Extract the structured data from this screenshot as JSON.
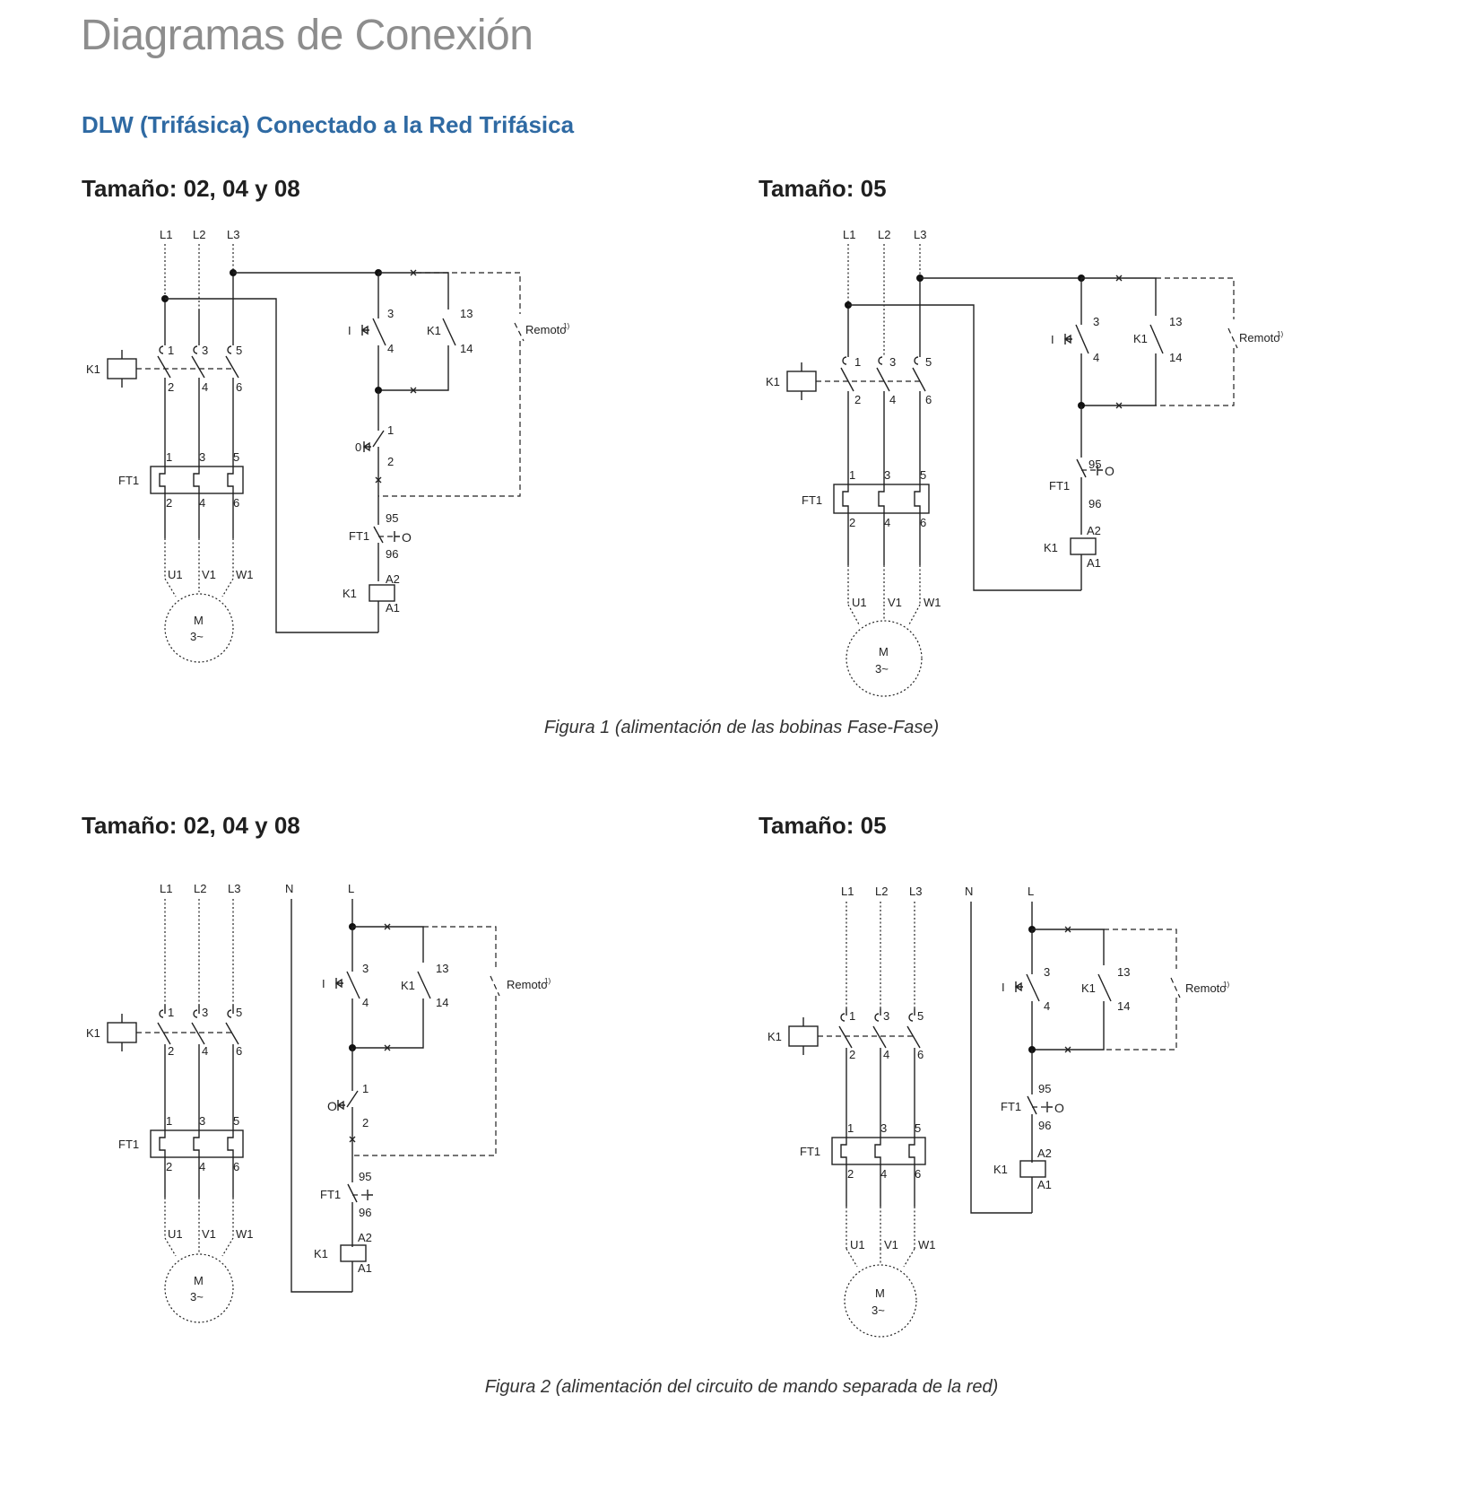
{
  "page_title": "Diagramas de Conexión",
  "section_title": "DLW (Trifásica) Conectado a la Red Trifásica",
  "fig1": {
    "left_title": "Tamaño: 02, 04 y 08",
    "right_title": "Tamaño: 05",
    "caption": "Figura 1 (alimentación de las bobinas Fase-Fase)"
  },
  "fig2": {
    "left_title": "Tamaño: 02, 04 y 08",
    "right_title": "Tamaño: 05",
    "caption": "Figura 2 (alimentación del circuito de mando separada de la red)"
  },
  "labels": {
    "l1": "L1",
    "l2": "L2",
    "l3": "L3",
    "n": "N",
    "l": "L",
    "k1": "K1",
    "ft1": "FT1",
    "n1": "1",
    "n2": "2",
    "n3": "3",
    "n4": "4",
    "n5": "5",
    "n6": "6",
    "n13": "13",
    "n14": "14",
    "n95": "95",
    "n96": "96",
    "a1": "A1",
    "a2": "A2",
    "u1": "U1",
    "v1": "V1",
    "w1": "W1",
    "motor_m": "M",
    "motor_3": "3~",
    "btn_on": "I",
    "btn_off": "0",
    "btn_off_alt": "O",
    "reset": "O",
    "remote": "Remoto",
    "remote_note": "1)"
  }
}
